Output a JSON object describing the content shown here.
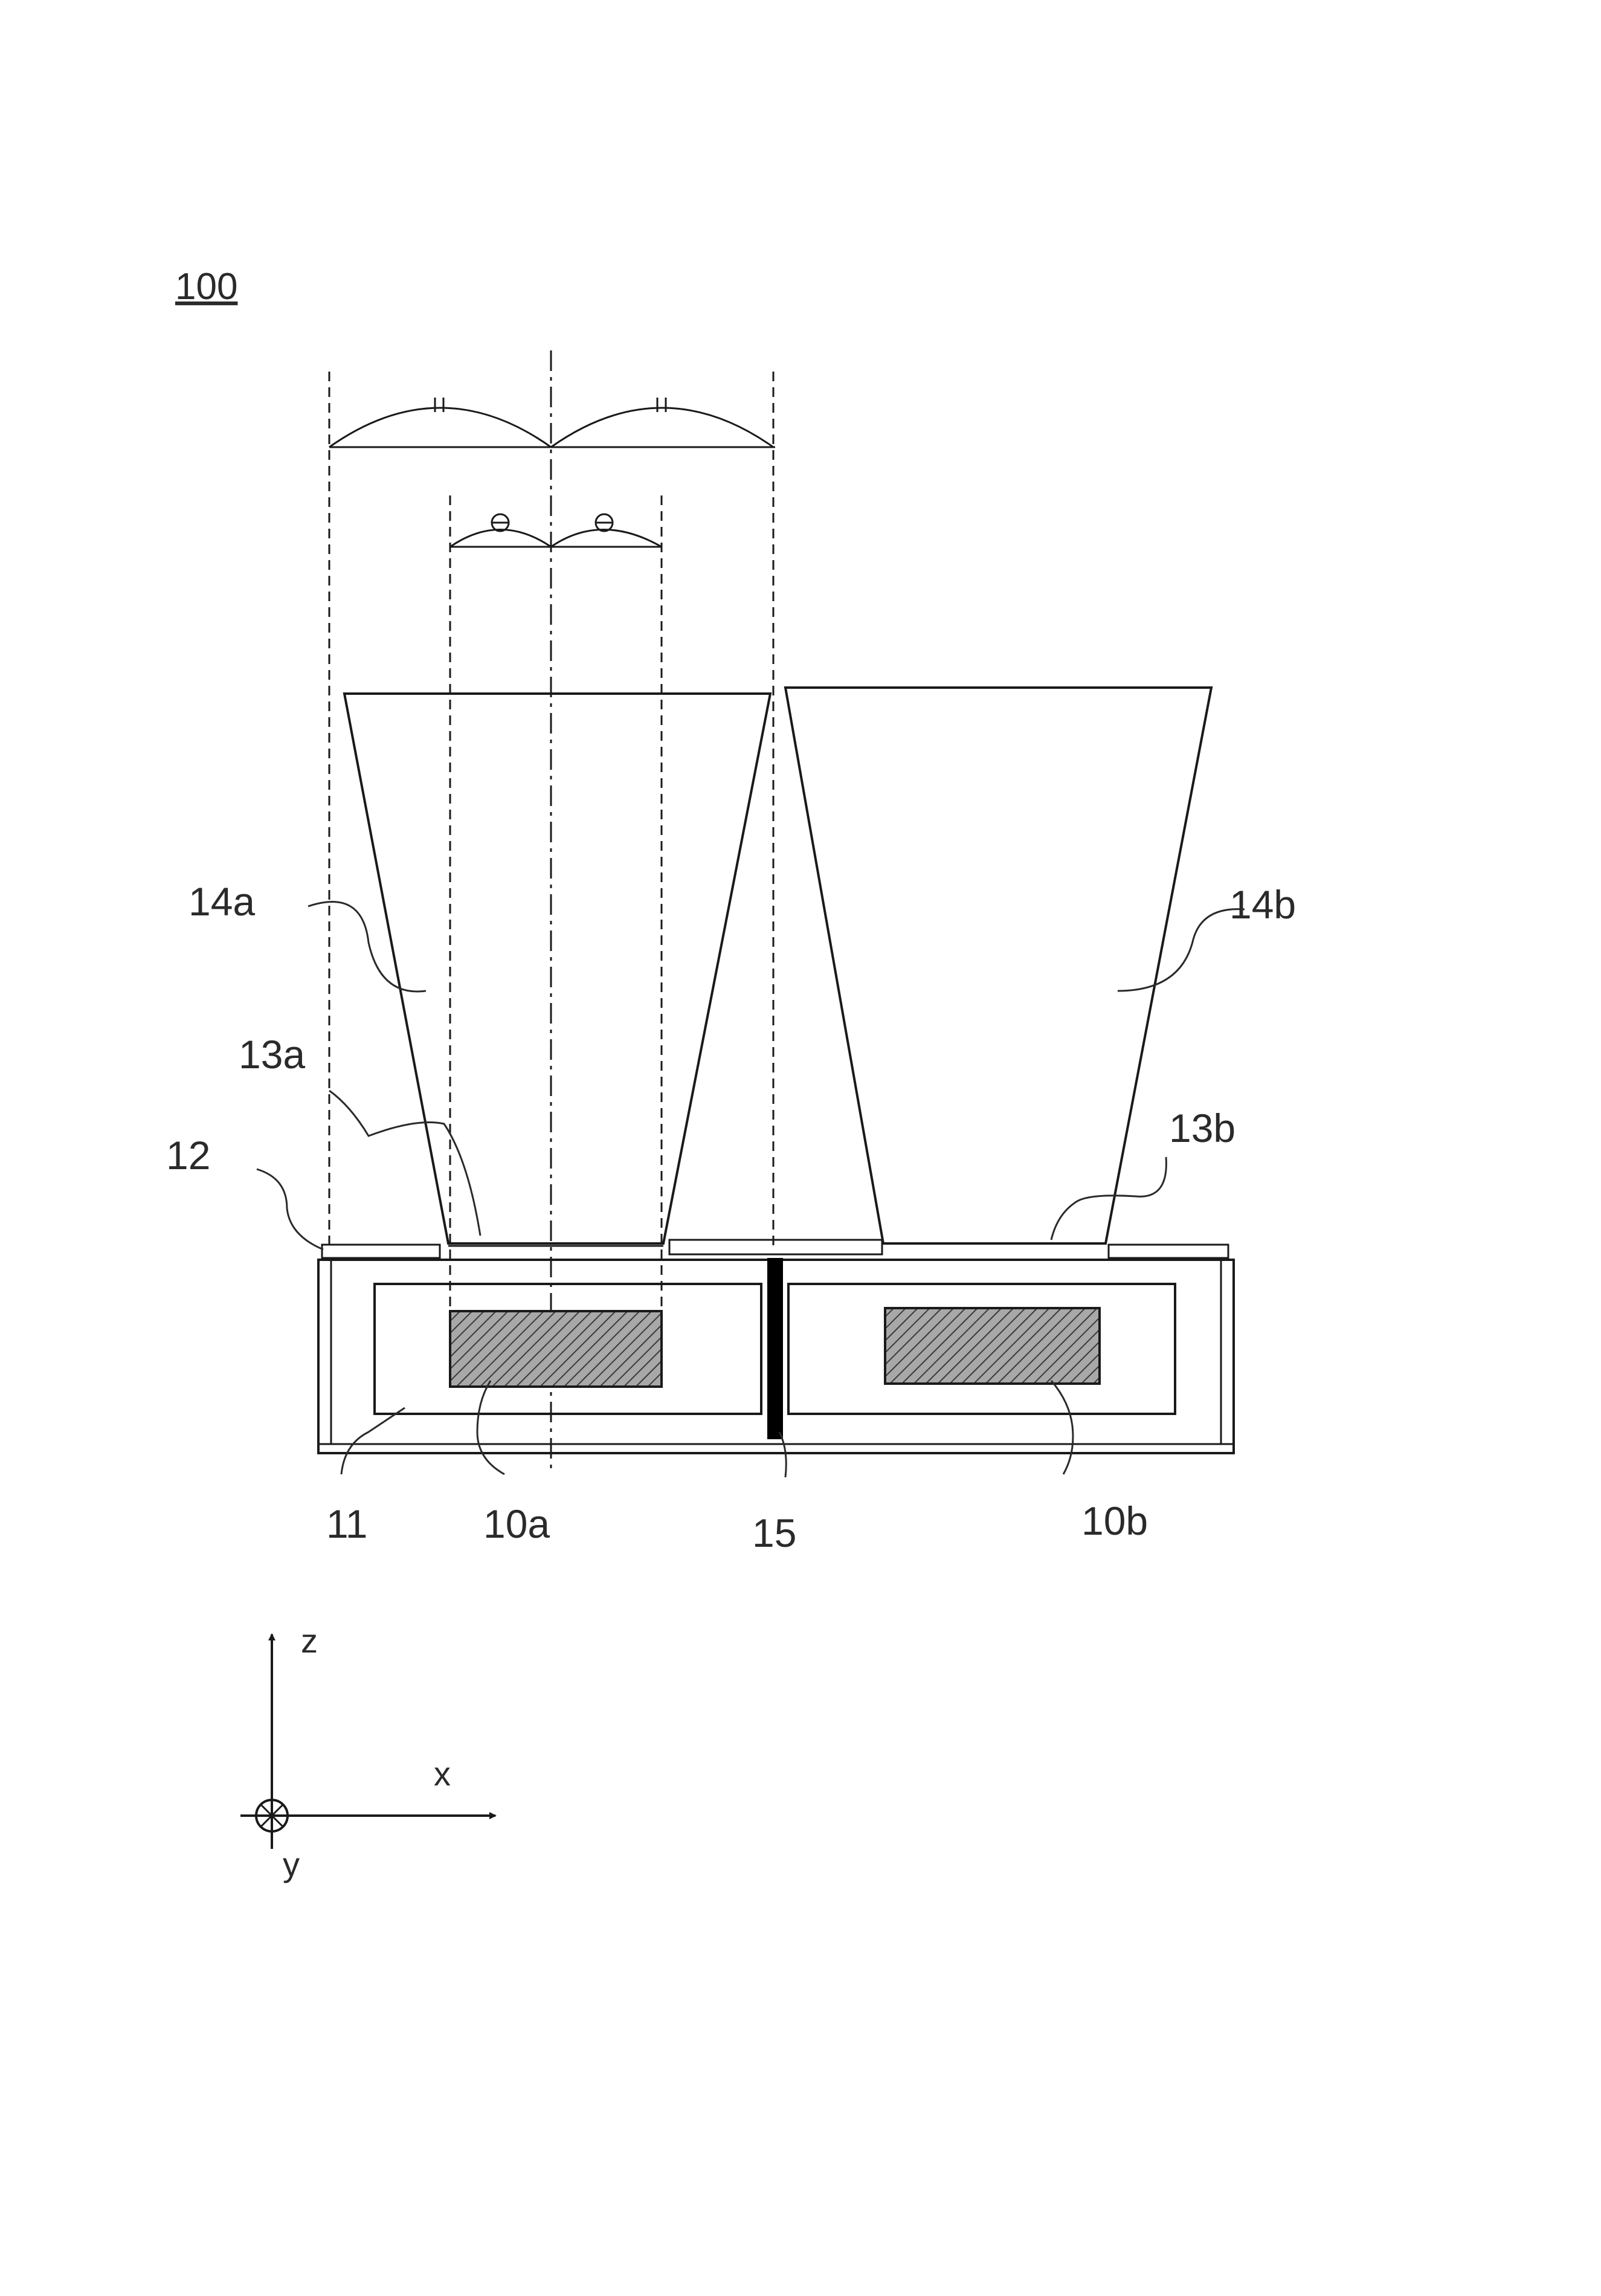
{
  "figure": {
    "number": "100"
  },
  "labels": {
    "horn_a": "14a",
    "horn_b": "14b",
    "aperture_a": "13a",
    "aperture_b": "13b",
    "plate": "12",
    "housing": "11",
    "element_a": "10a",
    "element_b": "10b",
    "partition": "15"
  },
  "axes": {
    "z": "z",
    "x": "x",
    "y": "y"
  }
}
